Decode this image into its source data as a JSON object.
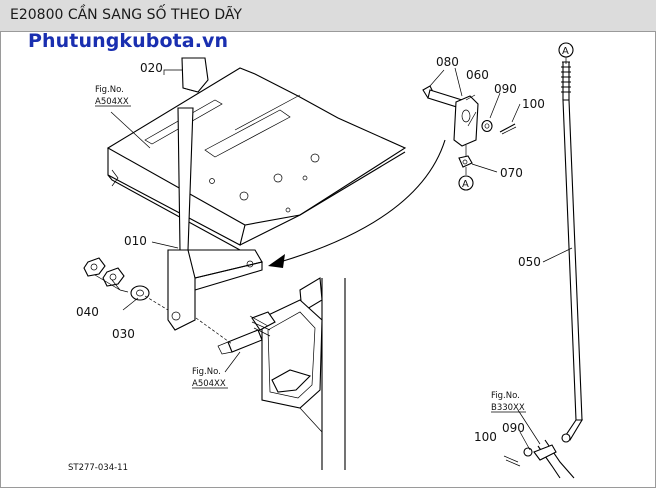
{
  "header": {
    "title": "E20800 CẦN SANG SỐ THEO DÃY"
  },
  "brand": {
    "text": "Phutungkubota.vn",
    "color": "#1a2fb0"
  },
  "colors": {
    "header_bg": "#dcdcdc",
    "line": "#000000",
    "background": "#ffffff"
  },
  "diagram": {
    "parts": {
      "p010": "010",
      "p020": "020",
      "p030": "030",
      "p040": "040",
      "p050": "050",
      "p060": "060",
      "p070": "070",
      "p080": "080",
      "p090a": "090",
      "p090b": "090",
      "p100a": "100",
      "p100b": "100"
    },
    "refs": {
      "r1_label": "Fig.No.",
      "r1_code": "A504XX",
      "r2_label": "Fig.No.",
      "r2_code": "A504XX",
      "r3_label": "Fig.No.",
      "r3_code": "B330XX"
    },
    "markers": {
      "a1": "A",
      "a2": "A"
    },
    "drawing_code": "ST277-034-11"
  }
}
